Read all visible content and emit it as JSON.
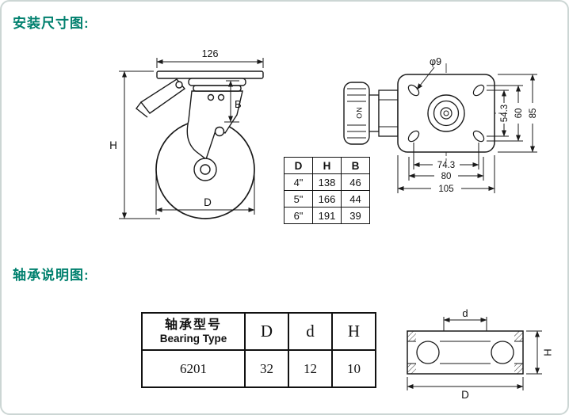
{
  "titles": {
    "install": "安装尺寸图:",
    "bearing": "轴承说明图:"
  },
  "colors": {
    "title": "#00806e",
    "line": "#1a1a1a"
  },
  "caster_view": {
    "top_width": "126",
    "height": "H",
    "offset": "B",
    "diameter": "D"
  },
  "plate_view": {
    "hole_dia": "φ9",
    "pedal_text": "NO",
    "v_dims": [
      "54.3",
      "60",
      "85"
    ],
    "h_dims": [
      "74.3",
      "80",
      "105"
    ]
  },
  "size_table": {
    "headers": [
      "D",
      "H",
      "B"
    ],
    "rows": [
      [
        "4\"",
        "138",
        "46"
      ],
      [
        "5\"",
        "166",
        "44"
      ],
      [
        "6\"",
        "191",
        "39"
      ]
    ]
  },
  "bearing_table": {
    "type_cn": "轴承型号",
    "type_en": "Bearing Type",
    "headers": [
      "D",
      "d",
      "H"
    ],
    "values": [
      "6201",
      "32",
      "12",
      "10"
    ]
  },
  "bearing_view": {
    "bore": "d",
    "outer": "D",
    "thickness": "H"
  }
}
